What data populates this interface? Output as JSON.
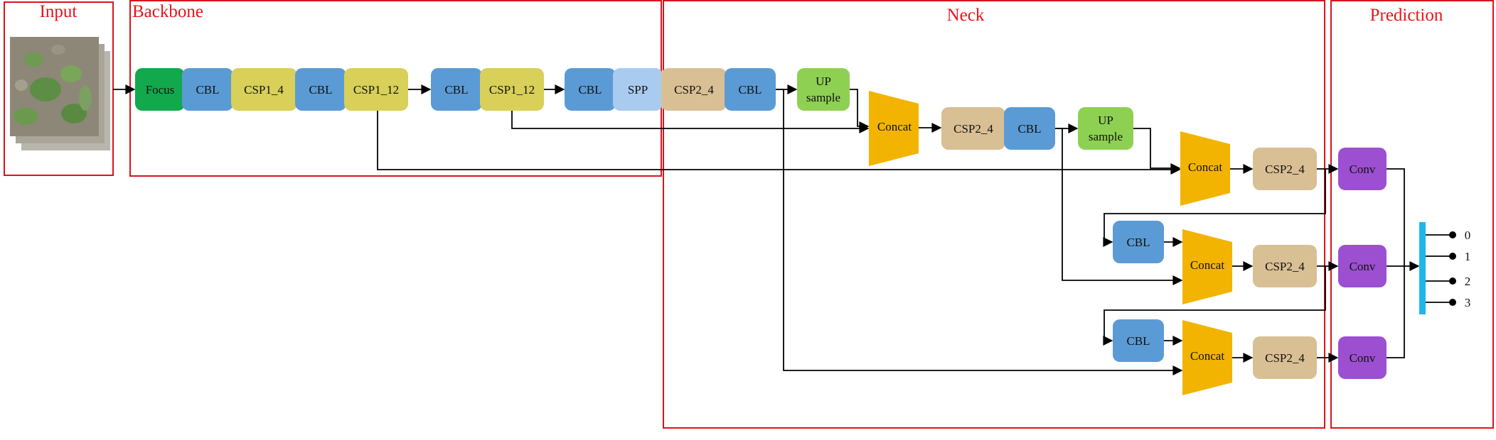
{
  "sections": {
    "input": "Input",
    "backbone": "Backbone",
    "neck": "Neck",
    "prediction": "Prediction"
  },
  "colors": {
    "frame": "#d9141c",
    "title": "#e8131b",
    "focus": "#12a84c",
    "cbl": "#5b9bd5",
    "csp1": "#d8d058",
    "spp": "#a9cbef",
    "csp2": "#d9bf94",
    "upsample": "#8ed152",
    "concat": "#f2b400",
    "conv": "#9c4fd0",
    "bar": "#1fb6e8"
  },
  "blocks": {
    "focus": "Focus",
    "b_cbl1": "CBL",
    "b_csp1_4": "CSP1_4",
    "b_cbl2": "CBL",
    "b_csp1_12a": "CSP1_12",
    "b_cbl3": "CBL",
    "b_csp1_12b": "CSP1_12",
    "b_cbl4": "CBL",
    "b_spp": "SPP",
    "n_csp2_a": "CSP2_4",
    "n_cbl_a": "CBL",
    "n_up1_l1": "UP",
    "n_up1_l2": "sample",
    "n_concat1": "Concat",
    "n_csp2_b": "CSP2_4",
    "n_cbl_b": "CBL",
    "n_up2_l1": "UP",
    "n_up2_l2": "sample",
    "n_concat2": "Concat",
    "n_csp2_c": "CSP2_4",
    "n_cbl_c": "CBL",
    "n_concat3": "Concat",
    "n_csp2_d": "CSP2_4",
    "n_cbl_d": "CBL",
    "n_concat4": "Concat",
    "n_csp2_e": "CSP2_4",
    "p_conv1": "Conv",
    "p_conv2": "Conv",
    "p_conv3": "Conv"
  },
  "outputs": [
    "0",
    "1",
    "2",
    "3"
  ]
}
